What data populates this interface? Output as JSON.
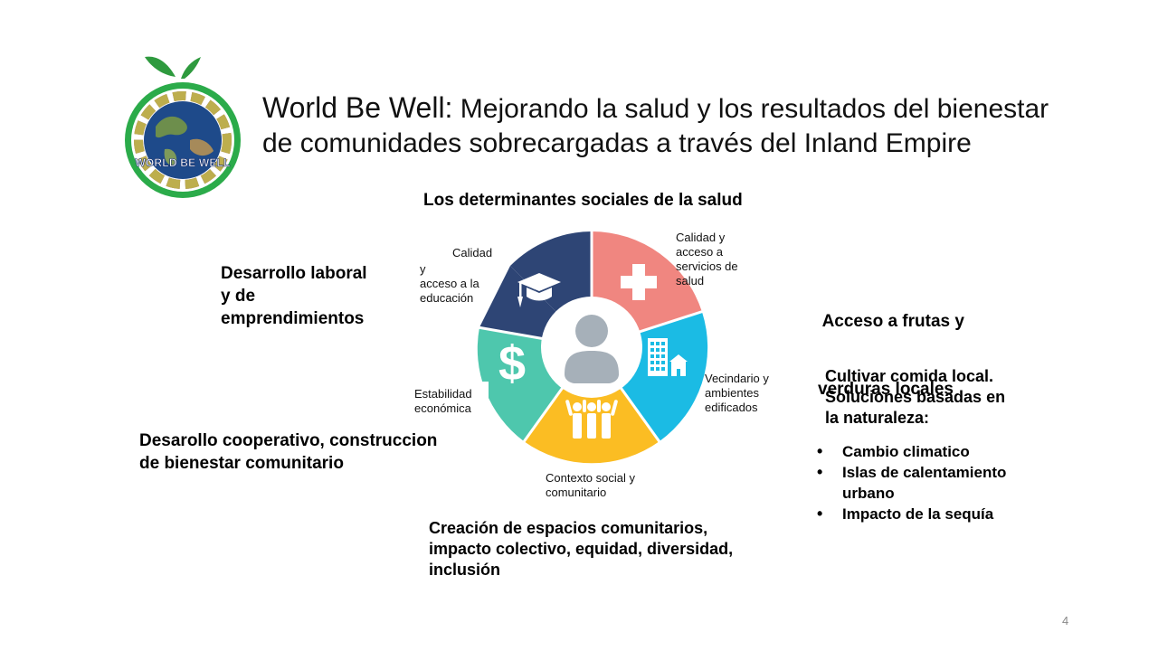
{
  "logo": {
    "text": "WORLD BE WELL",
    "icon": "earth-apple-logo-icon"
  },
  "title": {
    "brand": "World Be Well:",
    "text": " Mejorando la salud y los resultados del bienestar de comunidades sobrecargadas a través del Inland Empire"
  },
  "diagram": {
    "subtitle": "Los determinantes sociales de la salud",
    "segments": [
      {
        "id": "education",
        "label_line1": "Calidad",
        "label_rest": [
          "y",
          "acceso a la",
          "educación"
        ],
        "color": "#2e4575",
        "icon": "graduation-cap-icon"
      },
      {
        "id": "health",
        "label": [
          "Calidad y",
          "acceso a",
          "servicios de",
          "salud"
        ],
        "color": "#f08680",
        "icon": "medical-cross-icon"
      },
      {
        "id": "neighborhood",
        "label": [
          "Vecindario y",
          "ambientes",
          "edificados"
        ],
        "color": "#1bbbe4",
        "icon": "buildings-icon"
      },
      {
        "id": "social",
        "label": [
          "Contexto social y",
          "comunitario"
        ],
        "color": "#fbbd23",
        "icon": "people-group-icon"
      },
      {
        "id": "economic",
        "label": [
          "Estabilidad",
          "económica"
        ],
        "color": "#4ec7ad",
        "icon": "dollar-icon"
      }
    ],
    "center_icon": "person-icon"
  },
  "labels": {
    "left_top": [
      "Desarrollo laboral",
      "y de",
      "emprendimientos"
    ],
    "left_bottom": [
      "Desarollo cooperativo, construccion",
      "de bienestar comunitario"
    ],
    "right_top": [
      " Acceso a frutas y",
      "verduras locales"
    ],
    "right_mid": [
      "Cultivar comida local.",
      "Soluciones basadas en",
      "la naturaleza:"
    ],
    "bottom": [
      "Creación de espacios comunitarios,",
      "impacto colectivo, equidad, diversidad,",
      "inclusión"
    ]
  },
  "bullets": [
    "Cambio climatico",
    "Islas de calentamiento urbano",
    "Impacto de la sequía"
  ],
  "page_number": "4"
}
